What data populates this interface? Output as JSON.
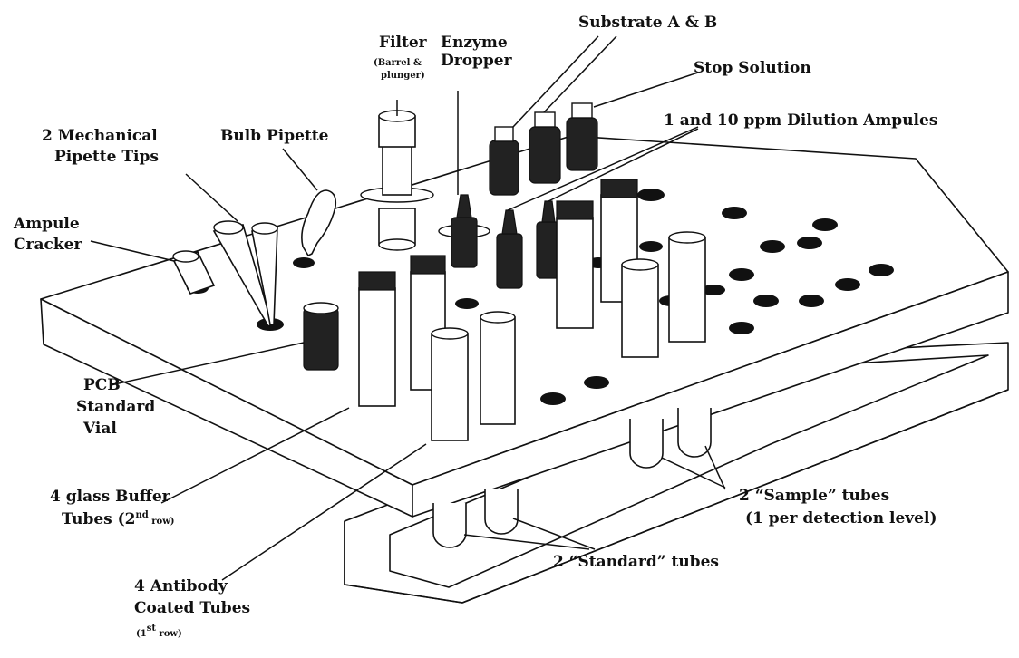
{
  "labels": {
    "substrate": "Substrate A & B",
    "stop_solution": "Stop Solution",
    "filter": "Filter",
    "filter_sub_1": "(Barrel &",
    "filter_sub_2": "plunger)",
    "enzyme_1": "Enzyme",
    "enzyme_2": "Dropper",
    "dilution": "1 and 10 ppm Dilution Ampules",
    "mech_pipette_1": "2 Mechanical",
    "mech_pipette_2": "Pipette Tips",
    "bulb_pipette": "Bulb Pipette",
    "ampule_cracker_1": "Ampule",
    "ampule_cracker_2": "Cracker",
    "pcb_1": "PCB",
    "pcb_2": "Standard",
    "pcb_3": "Vial",
    "buffer_1": "4 glass Buffer",
    "buffer_2": "Tubes (2",
    "buffer_sup": "nd",
    "buffer_3": " row)",
    "antibody_1": "4 Antibody",
    "antibody_2": "Coated Tubes",
    "antibody_3a": "(1",
    "antibody_sup": "st",
    "antibody_3b": " row)",
    "sample_1": "2 “Sample” tubes",
    "sample_2": "(1 per detection level)",
    "standard": "2 “Standard” tubes"
  }
}
